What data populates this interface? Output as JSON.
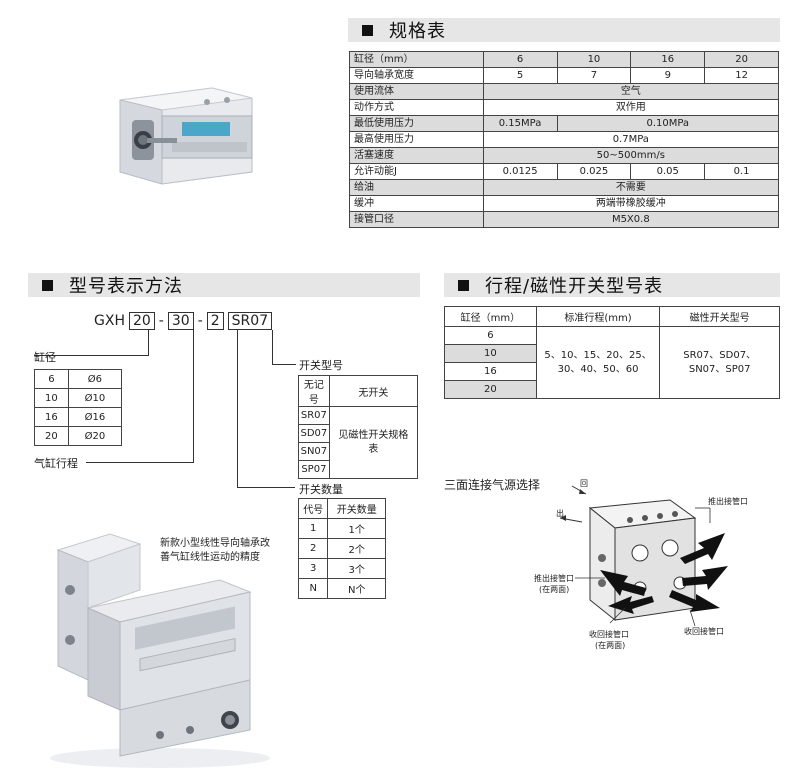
{
  "spec_section": {
    "title": "规格表",
    "rows": [
      {
        "label": "缸径（mm）",
        "cells": [
          "6",
          "10",
          "16",
          "20"
        ]
      },
      {
        "label": "导向轴承宽度",
        "cells": [
          "5",
          "7",
          "9",
          "12"
        ]
      },
      {
        "label": "使用流体",
        "value": "空气"
      },
      {
        "label": "动作方式",
        "value": "双作用"
      },
      {
        "label": "最低使用压力",
        "first": "0.15MPa",
        "rest": "0.10MPa"
      },
      {
        "label": "最高使用压力",
        "value": "0.7MPa"
      },
      {
        "label": "活塞速度",
        "value": "50~500mm/s"
      },
      {
        "label": "允许动能J",
        "cells": [
          "0.0125",
          "0.025",
          "0.05",
          "0.1"
        ]
      },
      {
        "label": "给油",
        "value": "不需要"
      },
      {
        "label": "缓冲",
        "value": "两端带橡胶缓冲"
      },
      {
        "label": "接管口径",
        "value": "M5X0.8"
      }
    ]
  },
  "model_section": {
    "title": "型号表示方法",
    "model_code": {
      "prefix": "GXH",
      "bore": "20",
      "dash1": "-",
      "stroke": "30",
      "dash2": "-",
      "count": "2",
      "switch": "SR07"
    },
    "bore_label": "缸径",
    "bore_table": [
      [
        "6",
        "Ø6"
      ],
      [
        "10",
        "Ø10"
      ],
      [
        "16",
        "Ø16"
      ],
      [
        "20",
        "Ø20"
      ]
    ],
    "stroke_label": "气缸行程",
    "switch_label": "开关型号",
    "switch_table": {
      "headers": [
        "无记号",
        "无开关"
      ],
      "codes": [
        "SR07",
        "SD07",
        "SN07",
        "SP07"
      ],
      "merged": "见磁性开关规格表"
    },
    "count_label": "开关数量",
    "count_table": {
      "headers": [
        "代号",
        "开关数量"
      ],
      "rows": [
        [
          "1",
          "1个"
        ],
        [
          "2",
          "2个"
        ],
        [
          "3",
          "3个"
        ],
        [
          "N",
          "N个"
        ]
      ]
    },
    "note": [
      "新款小型线性导向轴承改",
      "善气缸线性运动的精度"
    ]
  },
  "stroke_section": {
    "title": "行程/磁性开关型号表",
    "headers": [
      "缸径（mm）",
      "标准行程(mm)",
      "磁性开关型号"
    ],
    "bores": [
      "6",
      "10",
      "16",
      "20"
    ],
    "strokes": [
      "5、10、15、20、25、",
      "30、40、50、60"
    ],
    "switches": [
      "SR07、SD07、",
      "SN07、SP07"
    ]
  },
  "air_section": {
    "title": "三面连接气源选择",
    "labels": {
      "back": "回",
      "out": "出",
      "push_port_top": "推出接管口",
      "push_port_left": "推出接管口",
      "push_port_left_sub": "(在两面)",
      "return_port_bottom": "收回接管口",
      "return_port_bottom_sub": "(在两面)",
      "return_port_right": "收回接管口"
    }
  },
  "colors": {
    "header_bg": "#e6e6e6",
    "row_gray": "#dcdcdc",
    "product_metal": "#d9dde2"
  }
}
